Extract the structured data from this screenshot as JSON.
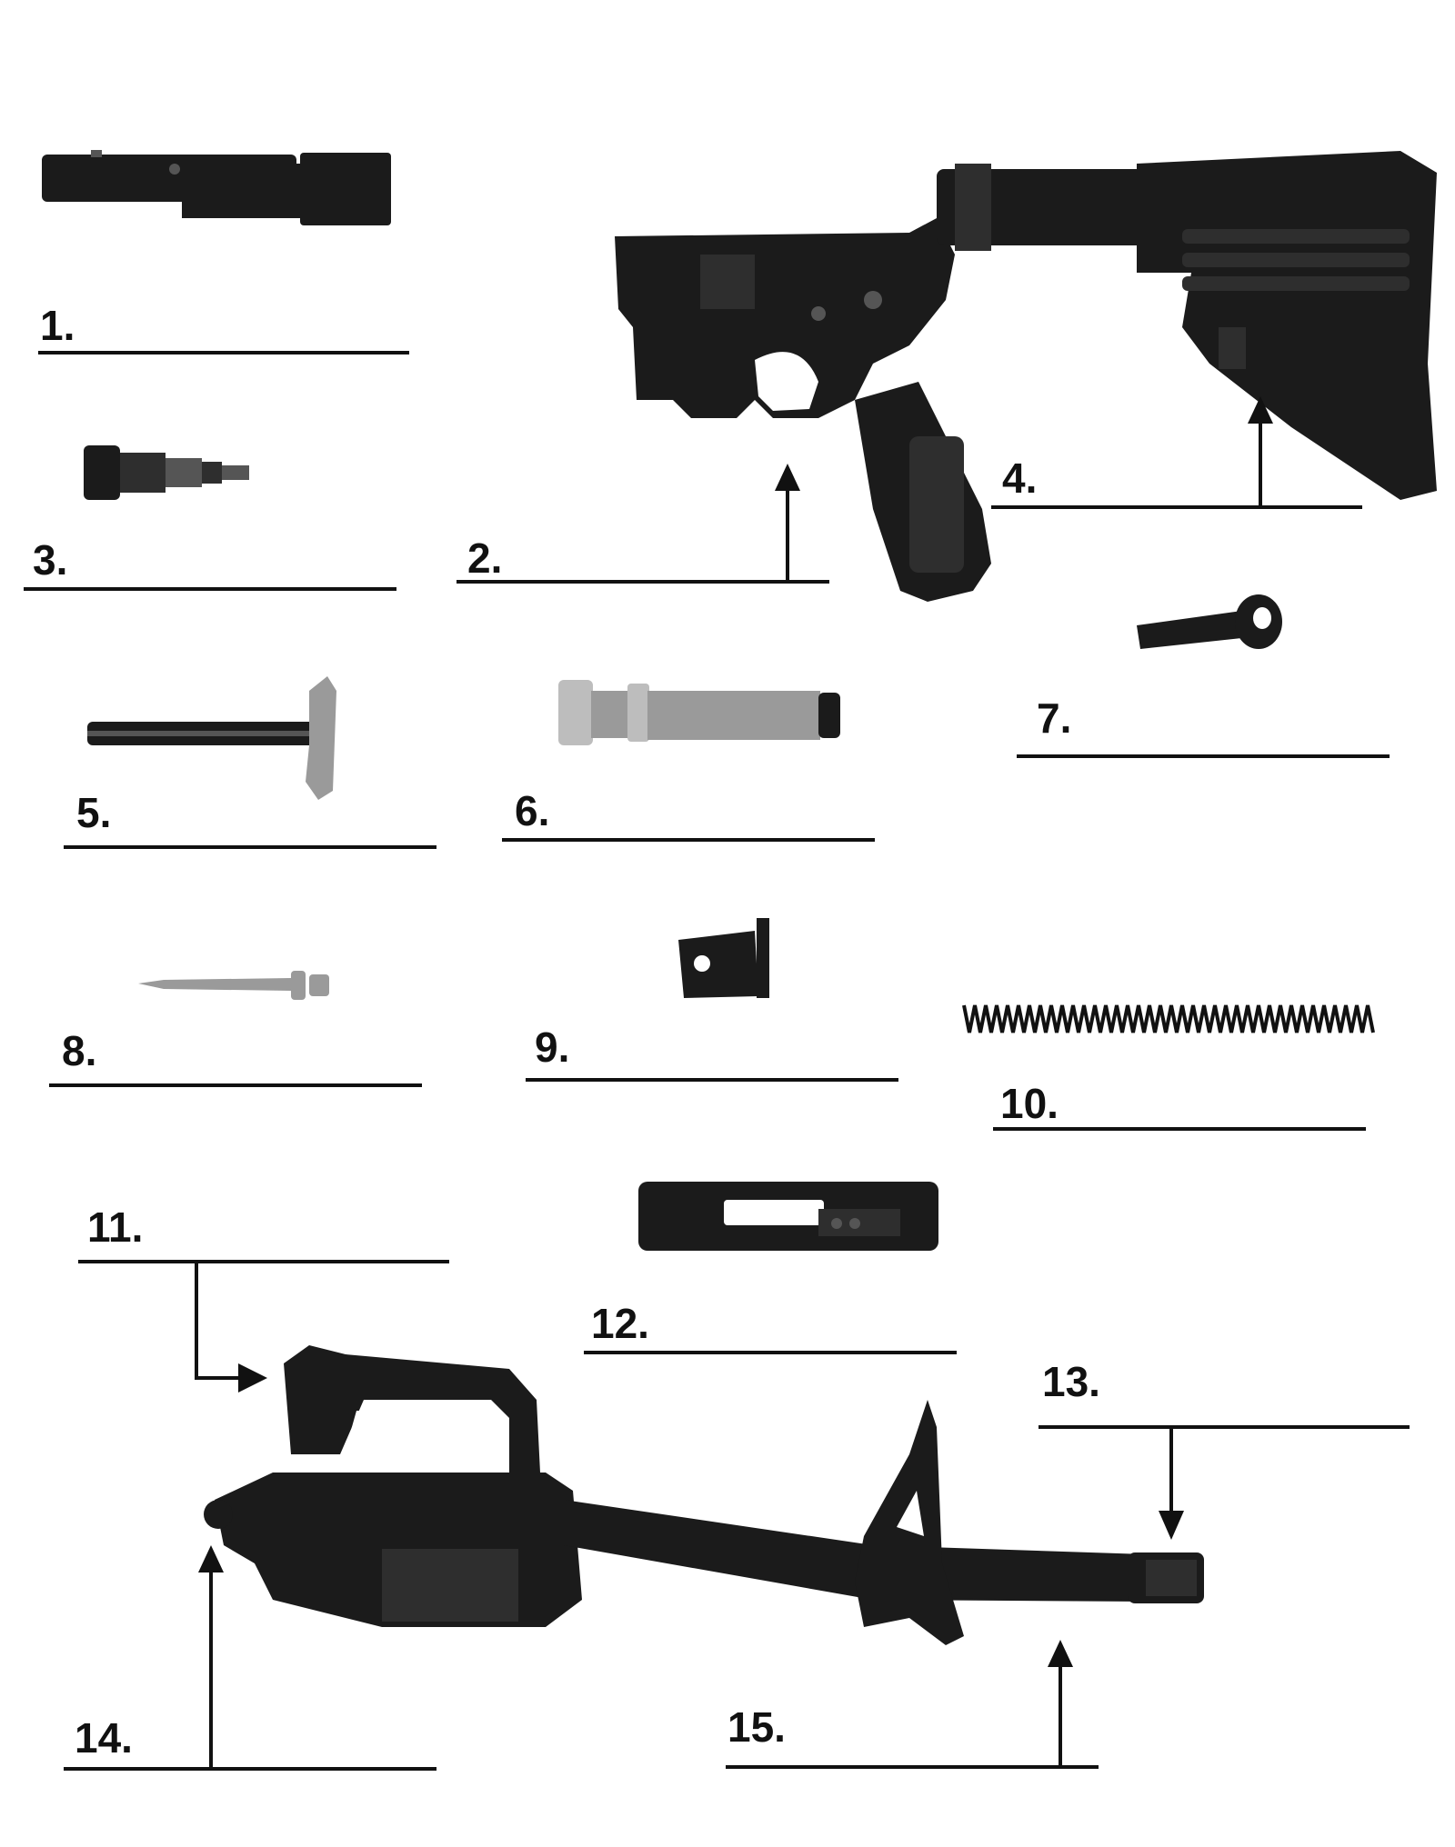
{
  "labels": {
    "l1": "1.",
    "l2": "2.",
    "l3": "3.",
    "l4": "4.",
    "l5": "5.",
    "l6": "6.",
    "l7": "7.",
    "l8": "8.",
    "l9": "9.",
    "l10": "10.",
    "l11": "11.",
    "l12": "12.",
    "l13": "13.",
    "l14": "14.",
    "l15": "15."
  },
  "colors": {
    "ink": "#111111",
    "background": "#ffffff"
  }
}
